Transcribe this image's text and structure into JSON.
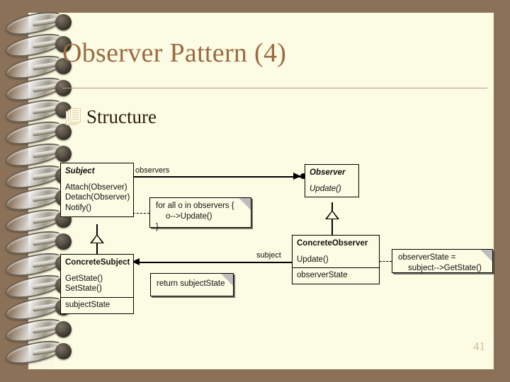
{
  "slide": {
    "title": "Observer Pattern (4)",
    "bullet": {
      "icon": "stacked-pages-icon",
      "text": "Structure"
    },
    "page_number": "41",
    "colors": {
      "desk_background": "#8a7158",
      "paper": "#fcfbe3",
      "title_text": "#9a6b42",
      "rule": "#b59a7c",
      "bullet_icon": "#ddd0ad",
      "page_number": "#cbbf9c",
      "diagram_stroke": "#000000",
      "note_fold": "#bdbdbd"
    }
  },
  "diagram": {
    "type": "uml-class-diagram",
    "classes": [
      {
        "id": "subject",
        "name": "Subject",
        "name_style": "bold-italic",
        "operations": [
          "Attach(Observer)",
          "Detach(Observer)",
          "Notify()"
        ],
        "attributes": []
      },
      {
        "id": "observer",
        "name": "Observer",
        "name_style": "bold-italic",
        "operations": [
          "Update()"
        ],
        "operations_style": "italic",
        "attributes": []
      },
      {
        "id": "concrete-subject",
        "name": "ConcreteSubject",
        "name_style": "bold",
        "operations": [
          "GetState()",
          "SetState()"
        ],
        "attributes": [
          "subjectState"
        ]
      },
      {
        "id": "concrete-observer",
        "name": "ConcreteObserver",
        "name_style": "bold",
        "operations": [
          "Update()"
        ],
        "attributes": [
          "observerState"
        ]
      }
    ],
    "notes": [
      {
        "id": "notify-note",
        "lines": [
          "for all o in observers {",
          "o-->Update()",
          "}"
        ],
        "attached_to": "Subject::Notify()"
      },
      {
        "id": "getstate-note",
        "lines": [
          "return subjectState"
        ],
        "attached_to": "ConcreteSubject::GetState()"
      },
      {
        "id": "update-note",
        "lines": [
          "observerState =",
          "subject-->GetState()"
        ],
        "attached_to": "ConcreteObserver::Update()"
      }
    ],
    "associations": [
      {
        "id": "observers-assoc",
        "label": "observers",
        "from": "Subject",
        "to": "Observer",
        "end": "filled-arrow"
      },
      {
        "id": "subject-assoc",
        "label": "subject",
        "from": "ConcreteObserver",
        "to": "ConcreteSubject",
        "end": "filled-arrow"
      }
    ],
    "generalizations": [
      {
        "id": "gen-subject",
        "child": "ConcreteSubject",
        "parent": "Subject"
      },
      {
        "id": "gen-observer",
        "child": "ConcreteObserver",
        "parent": "Observer"
      }
    ]
  }
}
